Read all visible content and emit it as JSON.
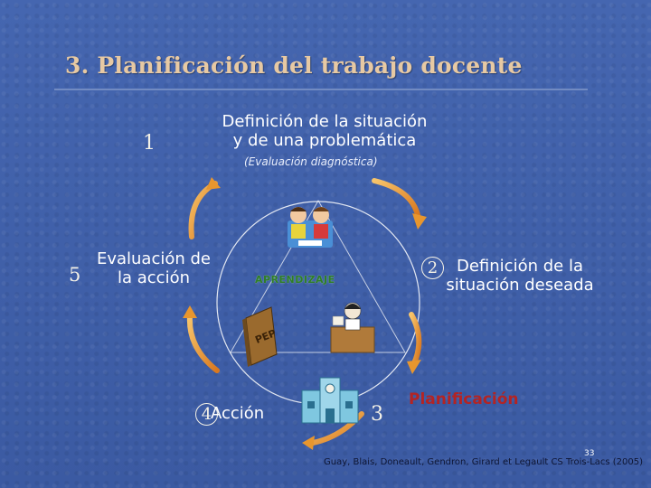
{
  "title": "3. Planificación del trabajo docente",
  "steps": {
    "s1": {
      "number": "1",
      "line1": "Definición de la situación",
      "line2": "y de una problemática",
      "note": "(Evaluación diagnóstica)"
    },
    "s2": {
      "number": "2",
      "line1": "Definición de la",
      "line2": "situación deseada"
    },
    "s3": {
      "number": "3",
      "label": "Planificación"
    },
    "s4": {
      "number": "4",
      "label": "Acción"
    },
    "s5": {
      "number": "5",
      "line1": "Evaluación de",
      "line2": "la acción"
    }
  },
  "center_label": "APRENDIZAJE",
  "book_label": "PEP",
  "citation": "Guay, Blais, Doneault, Gendron, Girard et Legault CS Trois-Lacs (2005)",
  "page_number": "33",
  "colors": {
    "background": "#3f5fa8",
    "title": "#e7c9a3",
    "arrow": "#e8962e",
    "accent_red": "#b32424",
    "accent_green": "#2f7d29"
  }
}
